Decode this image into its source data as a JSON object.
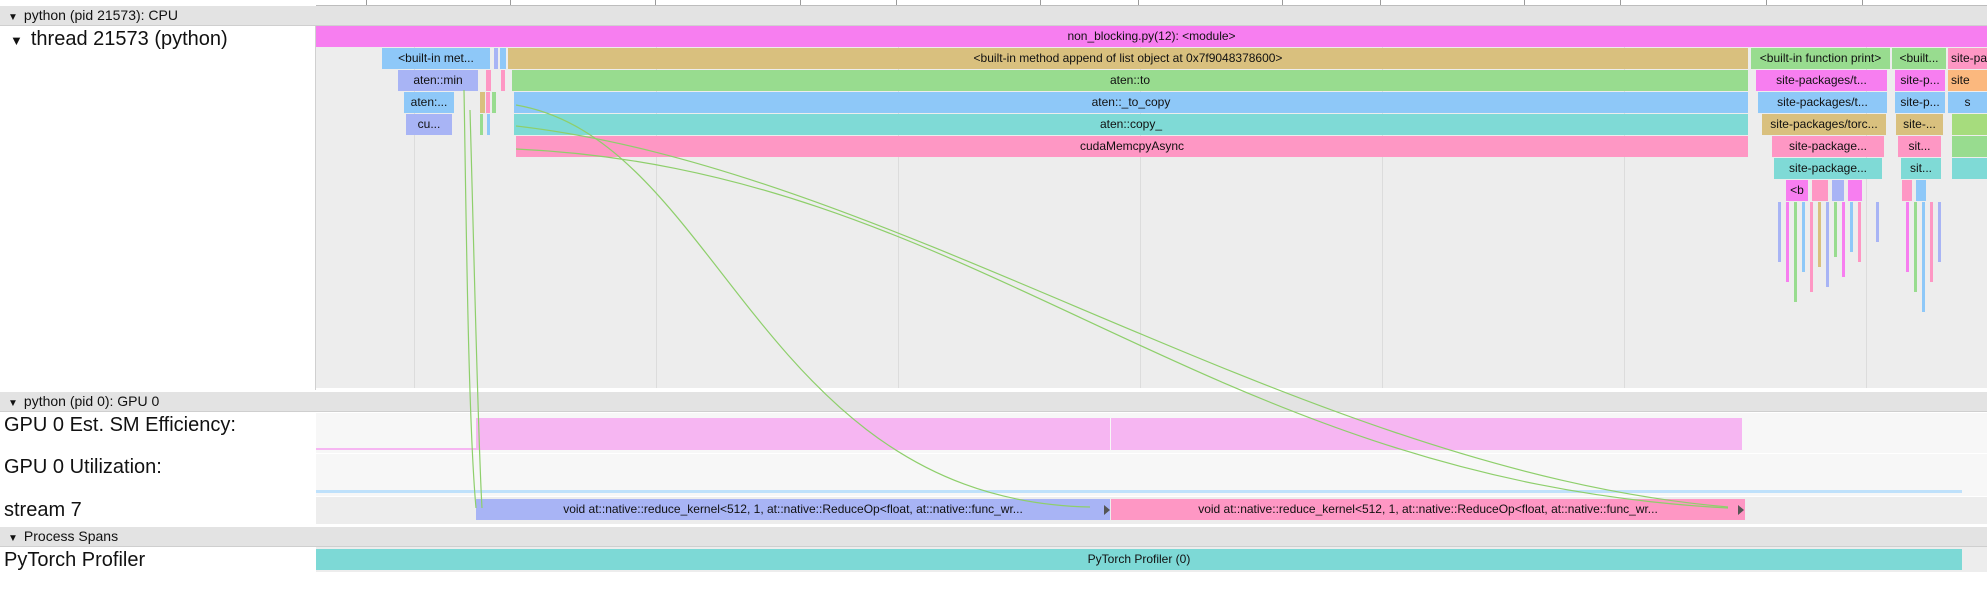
{
  "sections": {
    "cpu": "python (pid 21573): CPU",
    "gpu": "python (pid 0): GPU 0",
    "spans": "Process Spans"
  },
  "rows": {
    "thread": "thread 21573 (python)",
    "sm_efficiency": "GPU 0 Est. SM Efficiency:",
    "utilization": "GPU 0 Utilization:",
    "stream": "stream 7",
    "profiler": "PyTorch Profiler"
  },
  "slices": {
    "module": "non_blocking.py(12): <module>",
    "builtin_met": "<built-in met...",
    "aten_min": "aten::min",
    "aten_short": "aten:...",
    "cu_short": "cu...",
    "append": "<built-in method append of list object at 0x7f9048378600>",
    "aten_to": "aten::to",
    "aten_to_copy": "aten::_to_copy",
    "aten_copy": "aten::copy_",
    "cuda_memcpy": "cudaMemcpyAsync",
    "builtin_print": "<built-in function print>",
    "builtin_short": "<built...",
    "site_pa": "site-pa",
    "sp_t1": "site-packages/t...",
    "sp_t2": "site-packages/t...",
    "sp_torc": "site-packages/torc...",
    "sp_package1": "site-package...",
    "sp_package2": "site-package...",
    "sp_p1": "site-p...",
    "sp_p2": "site-p...",
    "sp_dash": "site-...",
    "sit1": "sit...",
    "sit2": "sit...",
    "site_e": "site",
    "s_single": "s",
    "b_short": "<b"
  },
  "kernels": {
    "k1": "void at::native::reduce_kernel<512, 1, at::native::ReduceOp<float, at::native::func_wr...",
    "k2": "void at::native::reduce_kernel<512, 1, at::native::ReduceOp<float, at::native::func_wr..."
  },
  "profiler_span": "PyTorch Profiler (0)",
  "colors": {
    "module": "#f77ef0",
    "append": "#d9c07e",
    "green": "#98dc8f",
    "blue": "#8ec8f8",
    "teal": "#7fdad6",
    "pink": "#fe97c4",
    "lavender": "#a8b4f5",
    "sm_efficiency": "#f6b6f2",
    "flow": "#8ecf6b",
    "profiler": "#7dd9d6"
  }
}
